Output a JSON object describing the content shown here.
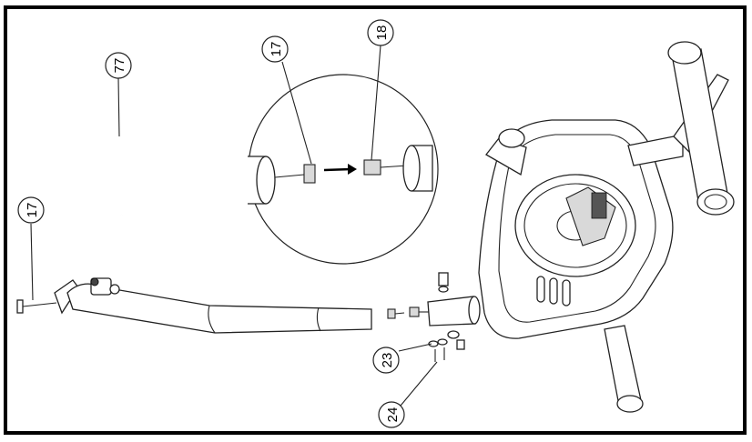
{
  "callouts": [
    {
      "id": "c77",
      "label": "77"
    },
    {
      "id": "c17a",
      "label": "17"
    },
    {
      "id": "c18",
      "label": "18"
    },
    {
      "id": "c17b",
      "label": "17"
    },
    {
      "id": "c23",
      "label": "23"
    },
    {
      "id": "c24",
      "label": "24"
    }
  ],
  "colors": {
    "frame": "#000000",
    "line": "#222222",
    "fill": "#ffffff"
  }
}
